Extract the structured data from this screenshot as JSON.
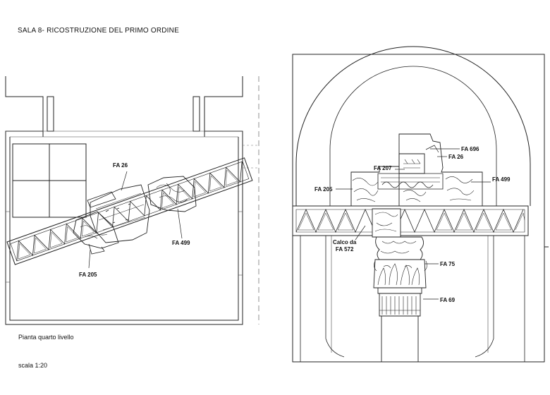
{
  "sheet": {
    "title": "SALA 8- RICOSTRUZIONE DEL PRIMO ORDINE",
    "plan_caption": "Pianta quarto livello",
    "scale": "scala 1:20"
  },
  "plan": {
    "labels": {
      "fa26": "FA 26",
      "fa499": "FA 499",
      "fa205": "FA 205"
    }
  },
  "elevation": {
    "labels": {
      "fa696": "FA 696",
      "fa26": "FA 26",
      "fa207": "FA 207",
      "fa205": "FA 205",
      "fa499": "FA 499",
      "calco_line1": "Calco da",
      "calco_line2": "FA 572",
      "fa75": "FA 75",
      "fa69": "FA 69"
    }
  },
  "colors": {
    "line": "#222222",
    "thin": "#555555"
  }
}
